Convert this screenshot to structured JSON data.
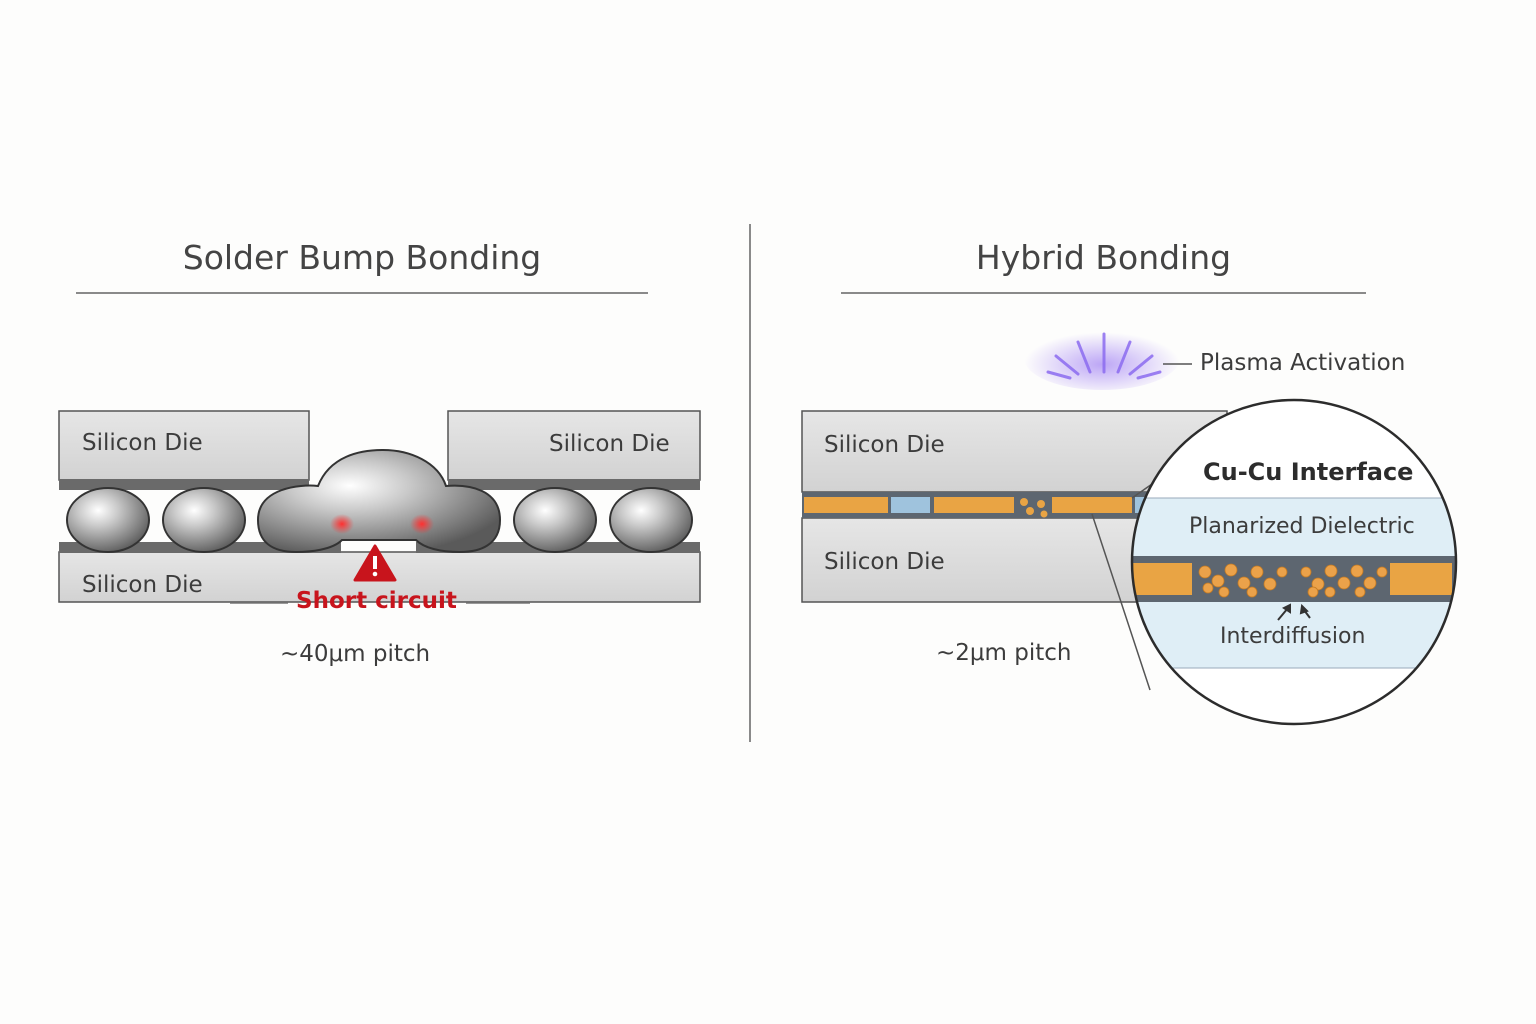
{
  "left": {
    "title": "Solder Bump Bonding",
    "die_top_left": "Silicon Die",
    "die_top_right": "Silicon Die",
    "die_bottom": "Silicon Die",
    "warning": "Short circuit",
    "pitch": "~40μm pitch"
  },
  "right": {
    "title": "Hybrid Bonding",
    "plasma": "Plasma Activation",
    "die_top": "Silicon Die",
    "die_bottom": "Silicon Die",
    "pitch": "~2μm pitch",
    "inset_title": "Cu-Cu Interface",
    "dielectric": "Planarized Dielectric",
    "interdiffusion": "Interdiffusion"
  },
  "colors": {
    "copper": "#e9a444",
    "dielectric": "#dfeef6",
    "silicon": "#dcdcdc",
    "warning": "#c8141c",
    "plasma": "#9b7cf0"
  }
}
